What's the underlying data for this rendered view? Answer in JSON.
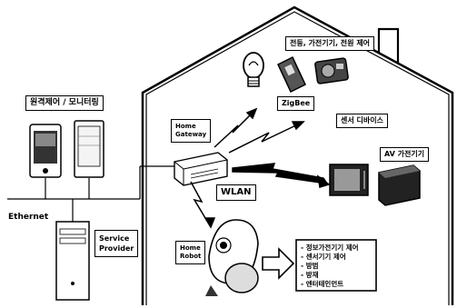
{
  "labels": {
    "remote_control": "원격제어 / 모니터링",
    "ethernet": "Ethernet",
    "service_provider_line1": "Service",
    "service_provider_line2": "Provider",
    "home_gateway_line1": "Home",
    "home_gateway_line2": "Gateway",
    "appliance_control": "전등, 가전기기, 전원 제어",
    "zigbee": "ZigBee",
    "sensor_devices": "센서 디바이스",
    "av_devices": "AV 가전기기",
    "wlan": "WLAN",
    "home_robot_line1": "Home",
    "home_robot_line2": "Robot"
  },
  "robot_functions": [
    "- 정보가전기기 제어",
    "- 센서기기 제어",
    "- 방범",
    "- 방재",
    "- 엔터테인먼트"
  ]
}
